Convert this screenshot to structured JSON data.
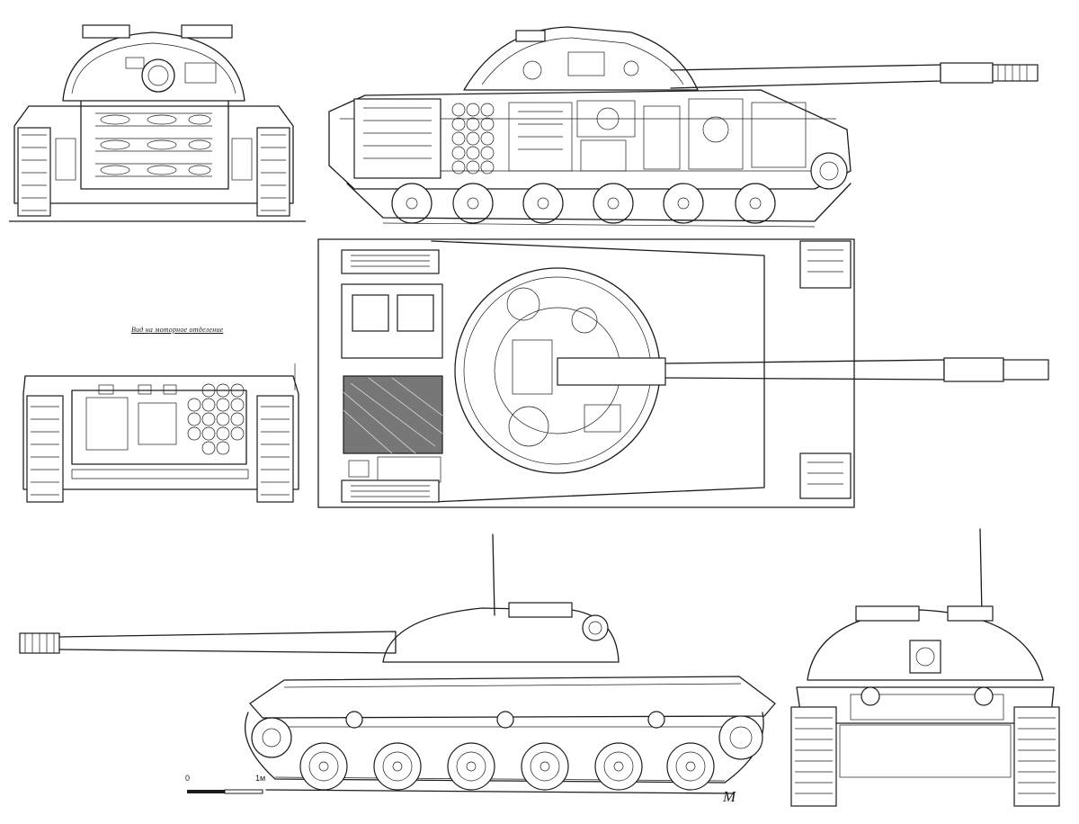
{
  "drawing": {
    "views": [
      "front-view-cutaway",
      "side-view-cutaway",
      "section-view",
      "top-view-cutaway",
      "side-view-exterior",
      "rear-view-exterior"
    ],
    "section_caption": "Вид на моторное отделение",
    "scale_bar": {
      "start_label": "0",
      "end_label": "1м"
    },
    "signature": "М"
  }
}
